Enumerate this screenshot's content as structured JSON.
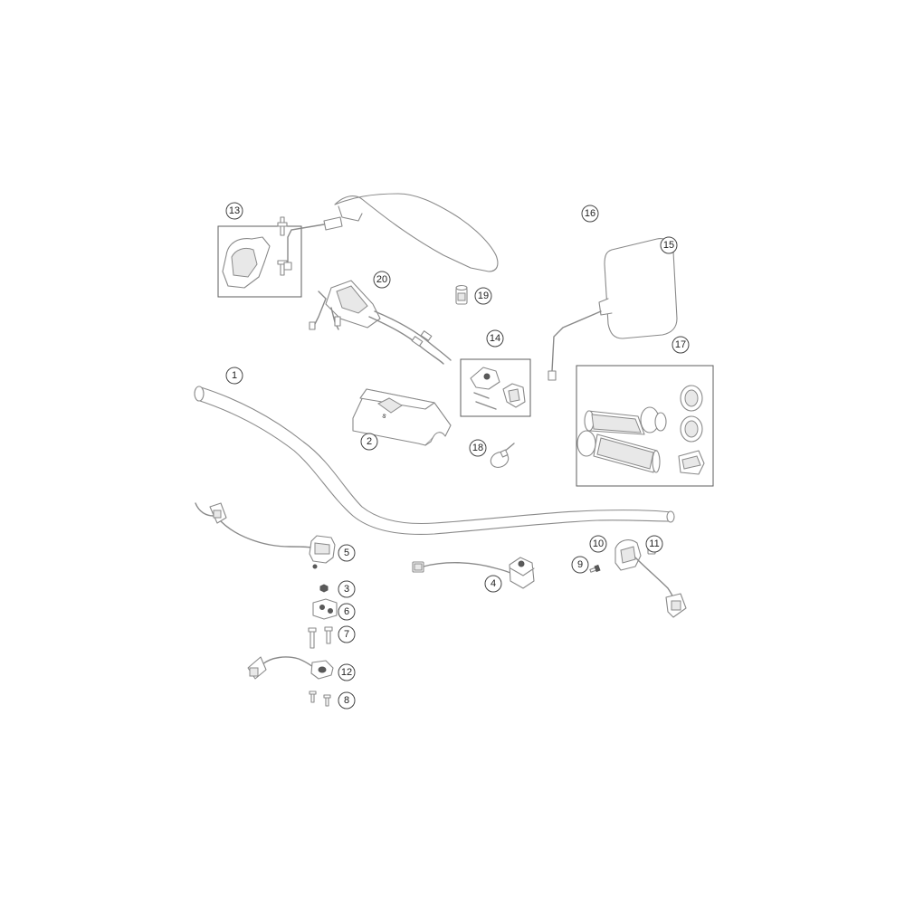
{
  "colors": {
    "line": "#8a8a8a",
    "callout_stroke": "#444444",
    "background": "#ffffff"
  },
  "callouts": [
    {
      "id": "1",
      "label": "1"
    },
    {
      "id": "2",
      "label": "2"
    },
    {
      "id": "3",
      "label": "3"
    },
    {
      "id": "4",
      "label": "4"
    },
    {
      "id": "5",
      "label": "5"
    },
    {
      "id": "6",
      "label": "6"
    },
    {
      "id": "7",
      "label": "7"
    },
    {
      "id": "8",
      "label": "8"
    },
    {
      "id": "9",
      "label": "9"
    },
    {
      "id": "10",
      "label": "10"
    },
    {
      "id": "11",
      "label": "11"
    },
    {
      "id": "12",
      "label": "12"
    },
    {
      "id": "13",
      "label": "13"
    },
    {
      "id": "14",
      "label": "14"
    },
    {
      "id": "15",
      "label": "15"
    },
    {
      "id": "16",
      "label": "16"
    },
    {
      "id": "17",
      "label": "17"
    },
    {
      "id": "18",
      "label": "18"
    },
    {
      "id": "19",
      "label": "19"
    },
    {
      "id": "20",
      "label": "20"
    }
  ]
}
